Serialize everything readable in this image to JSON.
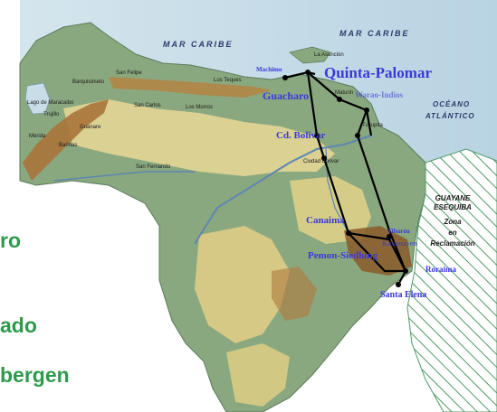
{
  "labels": {
    "mar_caribe_1": "MAR CARIBE",
    "mar_caribe_2": "MAR CARIBE",
    "la_asuncion": "La Asunción",
    "oceano": "OCÉANO",
    "atlantico": "ATLÁNTICO",
    "guayana_esequiba": "GUAYANE",
    "esequiba": "ESEQUIBA",
    "zona": "Zona",
    "en": "en",
    "reclamacion": "Reclamación",
    "lago_maracaibo": "Lago de Maracaibo",
    "barquisimeto": "Barquisimeto",
    "san_felipe": "San Felipe",
    "san_carlos": "San Carlos",
    "los_teques": "Los Teques",
    "san_fernando": "San Fernando",
    "guanare": "Guanare",
    "trujillo": "Trujillo",
    "merida": "Mérida",
    "barinas": "Barinas",
    "los_morros": "Los Morros",
    "ciudad_bolivar_small": "Ciudad Bolívar",
    "maturin_small": "Maturín",
    "tucupita": "Tucupita"
  },
  "route_labels": {
    "quinta_palomar": "Quinta-Palomar",
    "machimo": "Machimo",
    "guacharo": "Guacharo",
    "warao_indios": "Warao-Indios",
    "cd_bolivar": "Cd. Bolivar",
    "canaima": "Canaima",
    "tiburon": "Tiburón",
    "kavanayen": "Kavanayen",
    "roraima": "Roraima",
    "santa_elena": "Santa Elena",
    "pemon_siedlung": "Pemon-Siedlung"
  },
  "side_text": {
    "line1": "ro",
    "line2": "ado",
    "line3": "bergen"
  },
  "colors": {
    "sea": "#c8dde8",
    "land_green": "#7ea27a",
    "land_yellow": "#e6d48a",
    "mountain": "#b07a3c",
    "route": "#000000",
    "route_label": "#3a38d8",
    "side_text": "#2e9a4c",
    "hatch": "#4f9a68"
  }
}
